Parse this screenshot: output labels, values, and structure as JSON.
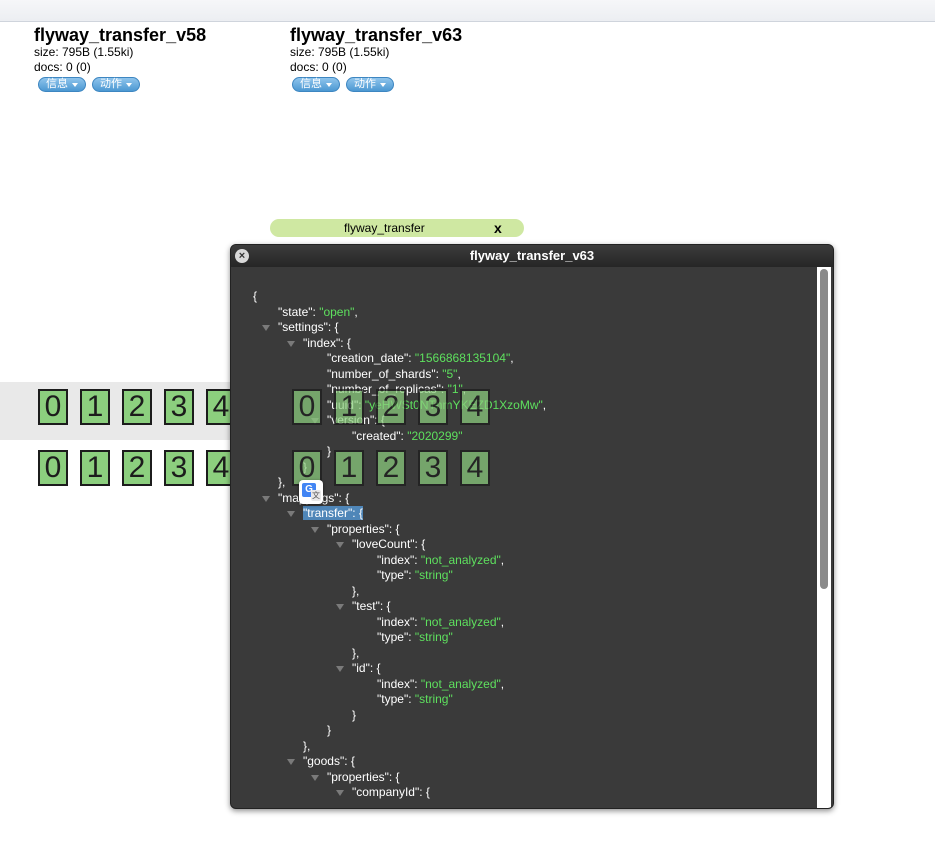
{
  "indices": [
    {
      "name": "flyway_transfer_v58",
      "size": "size: 795B (1.55ki)",
      "docs": "docs: 0 (0)",
      "info_label": "信息",
      "action_label": "动作"
    },
    {
      "name": "flyway_transfer_v63",
      "size": "size: 795B (1.55ki)",
      "docs": "docs: 0 (0)",
      "info_label": "信息",
      "action_label": "动作"
    }
  ],
  "alias": {
    "name": "flyway_transfer",
    "close": "x"
  },
  "digit_rows": [
    [
      "0",
      "1",
      "2",
      "3",
      "4"
    ],
    [
      "0",
      "1",
      "2",
      "3",
      "4"
    ]
  ],
  "digit_rows_right": [
    [
      "0",
      "1",
      "2",
      "3",
      "4"
    ],
    [
      "0",
      "1",
      "2",
      "3",
      "4"
    ]
  ],
  "dialog": {
    "title": "flyway_transfer_v63",
    "close": "×",
    "lines": [
      {
        "k": "{"
      },
      {
        "k": "\"state\": ",
        "v": "\"open\"",
        "t": ","
      },
      {
        "k": "\"settings\": {"
      },
      {
        "k": "\"index\": {"
      },
      {
        "k": "\"creation_date\": ",
        "v": "\"1566868135104\"",
        "t": ","
      },
      {
        "k": "\"number_of_shards\": ",
        "v": "\"5\"",
        "t": ","
      },
      {
        "k": "\"number_of_replicas\": ",
        "v": "\"1\"",
        "t": ","
      },
      {
        "k": "\"uuid\": ",
        "v": "\"yeHWSt0NTnmYKEZD1XzoMw\"",
        "t": ","
      },
      {
        "k": "\"version\": {"
      },
      {
        "k": "\"created\": ",
        "v": "\"2020299\""
      },
      {
        "k": "}"
      },
      {
        "k": "}"
      },
      {
        "k": "},"
      },
      {
        "k": "\"mappings\": {"
      },
      {
        "k": "\"transfer\": {"
      },
      {
        "k": "\"properties\": {"
      },
      {
        "k": "\"loveCount\": {"
      },
      {
        "k": "\"index\": ",
        "v": "\"not_analyzed\"",
        "t": ","
      },
      {
        "k": "\"type\": ",
        "v": "\"string\""
      },
      {
        "k": "},"
      },
      {
        "k": "\"test\": {"
      },
      {
        "k": "\"index\": ",
        "v": "\"not_analyzed\"",
        "t": ","
      },
      {
        "k": "\"type\": ",
        "v": "\"string\""
      },
      {
        "k": "},"
      },
      {
        "k": "\"id\": {"
      },
      {
        "k": "\"index\": ",
        "v": "\"not_analyzed\"",
        "t": ","
      },
      {
        "k": "\"type\": ",
        "v": "\"string\""
      },
      {
        "k": "}"
      },
      {
        "k": "}"
      },
      {
        "k": "},"
      },
      {
        "k": "\"goods\": {"
      },
      {
        "k": "\"properties\": {"
      },
      {
        "k": "\"companyId\": {"
      }
    ]
  },
  "colors": {
    "string_value": "#5ee05e",
    "dialog_bg": "#3a3a3a",
    "button": "#4c98d2",
    "alias_bg": "#cfe8a2",
    "digit_bg": "#8ccf7e"
  },
  "icons": {
    "translate": "google-translate-icon"
  }
}
